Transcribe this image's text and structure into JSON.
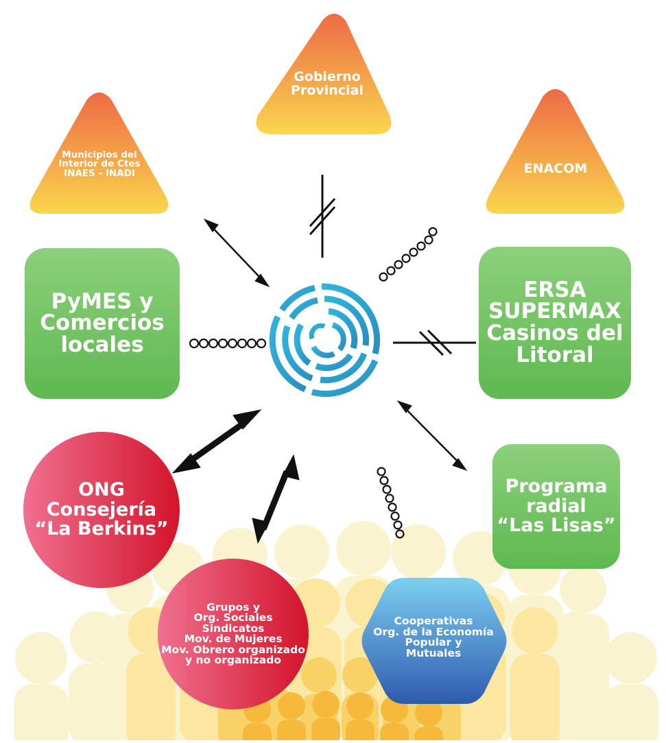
{
  "nodes": {
    "municipios": {
      "lines": [
        "Municipios del",
        "Interior de Ctes",
        "INAES - INADI"
      ]
    },
    "gobierno": {
      "lines": [
        "Gobierno",
        "Provincial"
      ]
    },
    "enacom": {
      "lines": [
        "ENACOM"
      ]
    },
    "pymes": {
      "lines": [
        "PyMES y",
        "Comercios",
        "locales"
      ]
    },
    "ersa": {
      "lines": [
        "ERSA",
        "SUPERMAX",
        "Casinos del",
        "Litoral"
      ]
    },
    "ong": {
      "lines": [
        "ONG",
        "Consejería",
        "“La Berkins”"
      ]
    },
    "programa": {
      "lines": [
        "Programa",
        "radial",
        "“Las Lisas”"
      ]
    },
    "grupos": {
      "lines": [
        "Grupos y",
        "Org. Sociales",
        "Sindicatos",
        "Mov. de Mujeres",
        "Mov. Obrero organizado",
        "y no organizado"
      ]
    },
    "cooperativas": {
      "lines": [
        "Cooperativas",
        "Org. de la Economía",
        "Popular y",
        "Mutuales"
      ]
    }
  },
  "colors": {
    "triangle_top": "#EE6A45",
    "triangle_bottom": "#FAD64C",
    "green_light": "#8CD07C",
    "green_dark": "#5FB850",
    "red_light": "#F07090",
    "red_dark": "#D3142A",
    "blue_light": "#7CCFF2",
    "blue_dark": "#2F5AAE",
    "spiral": "#2FA8D0",
    "crowd_yellow": "#F9F0C4",
    "crowd_orange": "#F6B93B"
  },
  "relation_types": [
    "arrow-double",
    "broken",
    "dotted"
  ]
}
